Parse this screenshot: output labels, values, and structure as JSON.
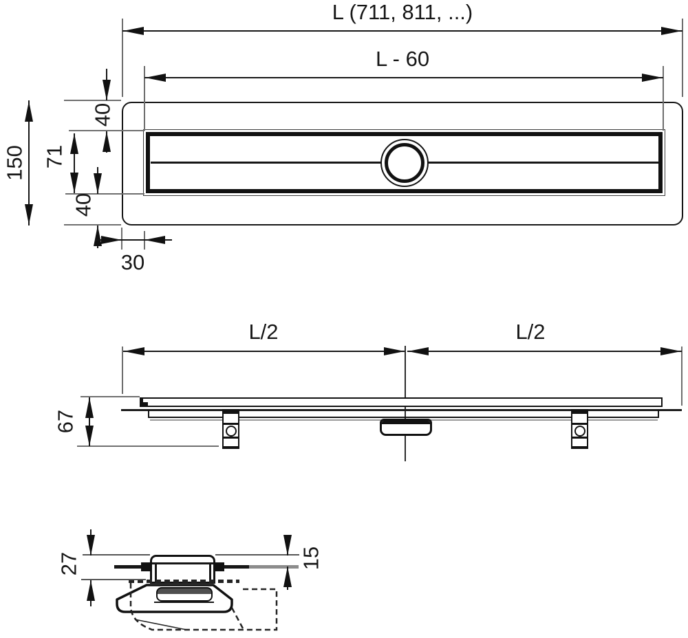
{
  "top_view": {
    "length_label": "L (711, 811, ...)",
    "grate_length_label": "L - 60",
    "height_label": "150",
    "inner_height_label": "71",
    "top_margin_label": "40",
    "bottom_margin_label": "40",
    "end_margin_label": "30"
  },
  "side_view": {
    "half_length_left_label": "L/2",
    "half_length_right_label": "L/2",
    "height_label": "67"
  },
  "section_view": {
    "cap_height_label": "27",
    "floor_height_label": "15"
  },
  "colors": {
    "line": "#161616",
    "extension_line": "#6e6e6e",
    "floor_gray": "#8c8c8c",
    "background": "#ffffff"
  }
}
